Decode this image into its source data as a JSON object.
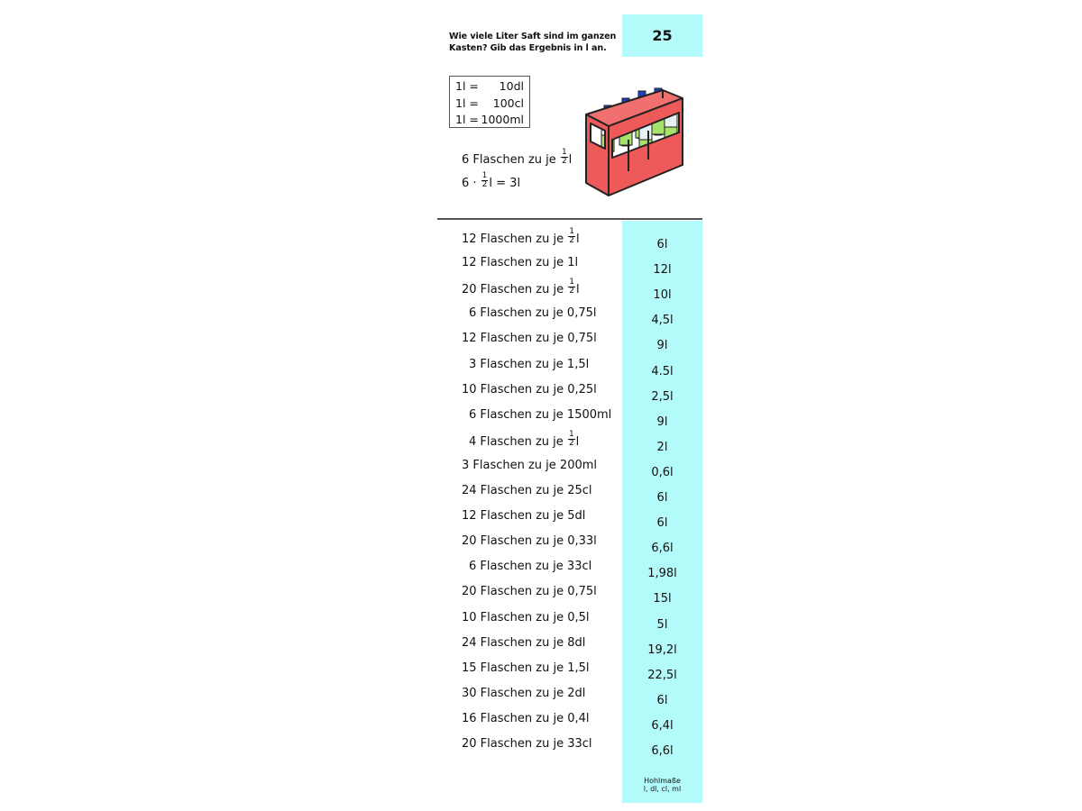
{
  "card": {
    "number": "25",
    "question": "Wie viele Liter Saft sind im ganzen Kasten? Gib das Ergebnis in l an.",
    "accent_color": "#b3fbfb"
  },
  "conversions": [
    {
      "left": "1l =",
      "right": "10dl"
    },
    {
      "left": "1l =",
      "right": "100cl"
    },
    {
      "left": "1l =",
      "right": "1000ml"
    }
  ],
  "example": {
    "line1_prefix": "6 Flaschen zu je ",
    "line1_frac_num": "1",
    "line1_frac_den": "2",
    "line1_suffix": "l",
    "line2_prefix": "6 · ",
    "line2_frac_num": "1",
    "line2_frac_den": "2",
    "line2_suffix": "l = 3l"
  },
  "illustration": {
    "icon": "bottle-crate-icon",
    "crate_color": "#ee5a5a"
  },
  "tasks": [
    {
      "prefix": "12 Flaschen zu je ",
      "frac": true,
      "num": "1",
      "den": "2",
      "suffix": "l",
      "answer": "6l",
      "indent": false
    },
    {
      "prefix": "12 Flaschen zu je 1l",
      "frac": false,
      "answer": "12l",
      "indent": false
    },
    {
      "prefix": "20 Flaschen zu je ",
      "frac": true,
      "num": "1",
      "den": "2",
      "suffix": "l",
      "answer": "10l",
      "indent": false
    },
    {
      "prefix": "6 Flaschen zu je 0,75l",
      "frac": false,
      "answer": "4,5l",
      "indent": true
    },
    {
      "prefix": "12 Flaschen zu je 0,75l",
      "frac": false,
      "answer": "9l",
      "indent": false
    },
    {
      "prefix": "3 Flaschen zu je 1,5l",
      "frac": false,
      "answer": "4.5l",
      "indent": true
    },
    {
      "prefix": "10 Flaschen zu je 0,25l",
      "frac": false,
      "answer": "2,5l",
      "indent": false
    },
    {
      "prefix": "6 Flaschen zu je 1500ml",
      "frac": false,
      "answer": "9l",
      "indent": true
    },
    {
      "prefix": "4 Flaschen zu je ",
      "frac": true,
      "num": "1",
      "den": "2",
      "suffix": "l",
      "answer": "2l",
      "indent": true
    },
    {
      "prefix": "3 Flaschen zu je 200ml",
      "frac": false,
      "answer": "0,6l",
      "indent": false
    },
    {
      "prefix": "24 Flaschen zu je 25cl",
      "frac": false,
      "answer": "6l",
      "indent": false
    },
    {
      "prefix": "12 Flaschen zu je 5dl",
      "frac": false,
      "answer": "6l",
      "indent": false
    },
    {
      "prefix": "20 Flaschen zu je 0,33l",
      "frac": false,
      "answer": "6,6l",
      "indent": false
    },
    {
      "prefix": "6 Flaschen zu je 33cl",
      "frac": false,
      "answer": "1,98l",
      "indent": true
    },
    {
      "prefix": "20 Flaschen zu je 0,75l",
      "frac": false,
      "answer": "15l",
      "indent": false
    },
    {
      "prefix": "10 Flaschen zu je 0,5l",
      "frac": false,
      "answer": "5l",
      "indent": false
    },
    {
      "prefix": "24 Flaschen zu je 8dl",
      "frac": false,
      "answer": "19,2l",
      "indent": false
    },
    {
      "prefix": "15 Flaschen zu je 1,5l",
      "frac": false,
      "answer": "22,5l",
      "indent": false
    },
    {
      "prefix": "30 Flaschen zu je 2dl",
      "frac": false,
      "answer": "6l",
      "indent": false
    },
    {
      "prefix": "16 Flaschen zu je 0,4l",
      "frac": false,
      "answer": "6,4l",
      "indent": false
    },
    {
      "prefix": "20 Flaschen zu je 33cl",
      "frac": false,
      "answer": "6,6l",
      "indent": false
    }
  ],
  "footer": {
    "line1": "Hohlmaße",
    "line2": "l, dl, cl, ml"
  }
}
